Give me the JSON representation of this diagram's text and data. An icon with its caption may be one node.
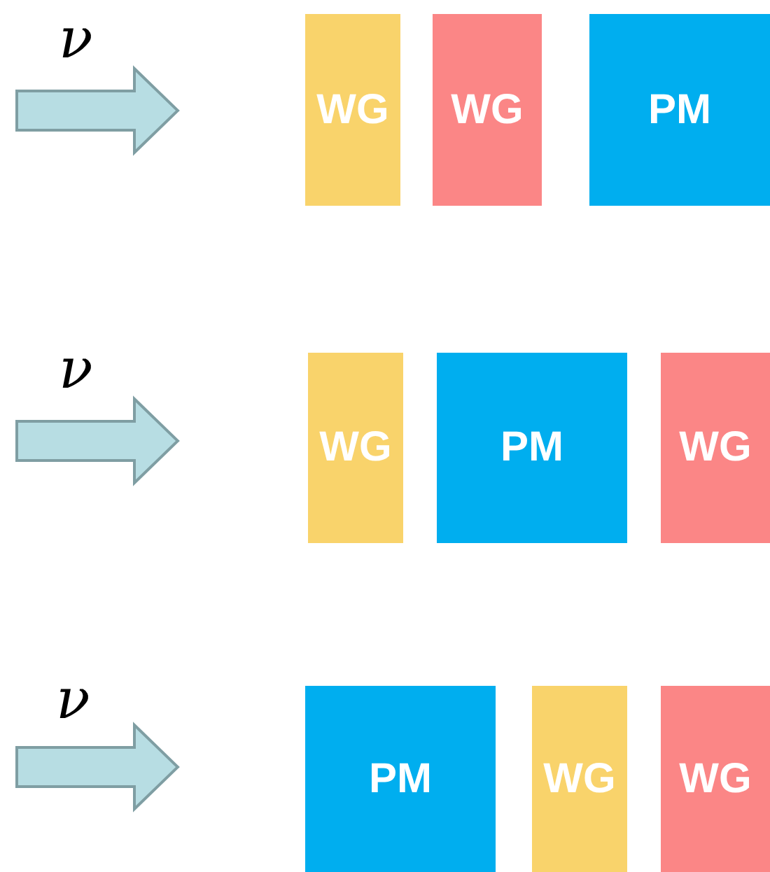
{
  "diagram": {
    "nodes": [
      {
        "text": [
          "WG"
        ]
      },
      {
        "text": [
          "WG"
        ]
      },
      {
        "text": [
          "PM"
        ]
      },
      {
        "text": [
          "WG"
        ]
      },
      {
        "text": [
          "PM"
        ]
      },
      {
        "text": [
          "WG"
        ]
      },
      {
        "text": [
          "PM"
        ]
      },
      {
        "text": [
          "WG"
        ]
      },
      {
        "text": [
          "WG"
        ]
      }
    ],
    "edges": [],
    "labels": [
      "ν",
      "ν",
      "ν"
    ]
  }
}
